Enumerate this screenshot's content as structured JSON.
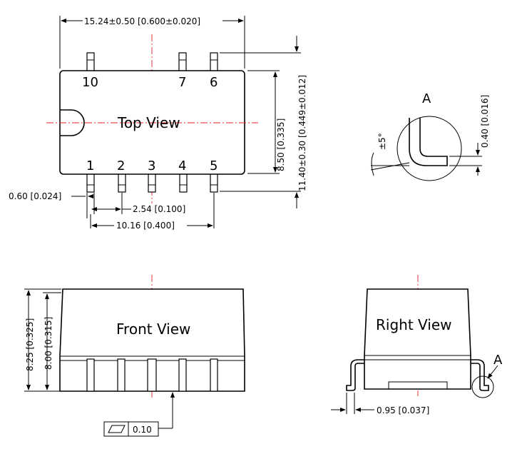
{
  "top_view": {
    "title": "Top View",
    "pins_top": [
      "10",
      "7",
      "6"
    ],
    "pins_bottom": [
      "1",
      "2",
      "3",
      "4",
      "5"
    ],
    "dim_width": "15.24±0.50 [0.600±0.020]",
    "dim_body_height": "8.50 [0.335]",
    "dim_total_height": "11.40±0.30 [0.449±0.012]",
    "dim_pin_width": "0.60 [0.024]",
    "dim_pitch": "2.54 [0.100]",
    "dim_span": "10.16 [0.400]"
  },
  "detail_a": {
    "label": "A",
    "angle": "±5°",
    "thickness": "0.40 [0.016]"
  },
  "front_view": {
    "title": "Front View",
    "dim_height": "8.25 [0.325]",
    "dim_body": "8.00 [0.315]",
    "flatness": "0.10"
  },
  "right_view": {
    "title": "Right View",
    "detail_label": "A",
    "dim_lead": "0.95 [0.037]"
  },
  "colors": {
    "outline": "#000000",
    "centerline": "#e8202a"
  }
}
